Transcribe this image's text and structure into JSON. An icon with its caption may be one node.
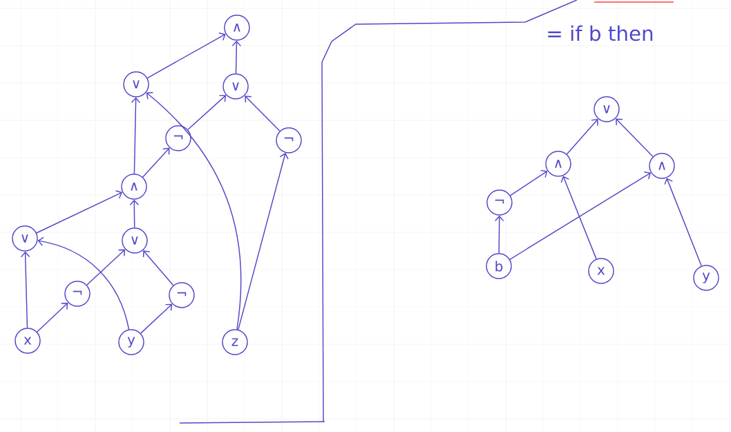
{
  "diagram": {
    "nodes": [
      {
        "text": [
          "∧"
        ]
      },
      {
        "text": [
          "∨"
        ]
      },
      {
        "text": [
          "∨"
        ]
      },
      {
        "text": [
          "¬"
        ]
      },
      {
        "text": [
          "¬"
        ]
      },
      {
        "text": [
          "∧"
        ]
      },
      {
        "text": [
          "∨"
        ]
      },
      {
        "text": [
          "∨"
        ]
      },
      {
        "text": [
          "¬"
        ]
      },
      {
        "text": [
          "¬"
        ]
      },
      {
        "text": [
          "x"
        ]
      },
      {
        "text": [
          "y"
        ]
      },
      {
        "text": [
          "z"
        ]
      },
      {
        "text": [
          "∨"
        ]
      },
      {
        "text": [
          "∧"
        ]
      },
      {
        "text": [
          "∧"
        ]
      },
      {
        "text": [
          "¬"
        ]
      },
      {
        "text": [
          "b"
        ]
      },
      {
        "text": [
          "x"
        ]
      },
      {
        "text": [
          "y"
        ]
      }
    ],
    "edges": [
      {
        "from": 1,
        "to": 0,
        "arrow": "to"
      },
      {
        "from": 2,
        "to": 0,
        "arrow": "to"
      },
      {
        "from": 3,
        "to": 2,
        "arrow": "to"
      },
      {
        "from": 4,
        "to": 2,
        "arrow": "to"
      },
      {
        "from": 5,
        "to": 1,
        "arrow": "to"
      },
      {
        "from": 5,
        "to": 3,
        "arrow": "to"
      },
      {
        "from": 6,
        "to": 5,
        "arrow": "to"
      },
      {
        "from": 7,
        "to": 5,
        "arrow": "to"
      },
      {
        "from": 8,
        "to": 7,
        "arrow": "to"
      },
      {
        "from": 9,
        "to": 7,
        "arrow": "to"
      },
      {
        "from": 10,
        "to": 6,
        "arrow": "to"
      },
      {
        "from": 10,
        "to": 8,
        "arrow": "to"
      },
      {
        "from": 11,
        "to": 6,
        "arrow": "to"
      },
      {
        "from": 11,
        "to": 9,
        "arrow": "to"
      },
      {
        "from": 12,
        "to": 1,
        "arrow": "to"
      },
      {
        "from": 12,
        "to": 4,
        "arrow": "to"
      },
      {
        "from": 14,
        "to": 13,
        "arrow": "to"
      },
      {
        "from": 15,
        "to": 13,
        "arrow": "to"
      },
      {
        "from": 16,
        "to": 14,
        "arrow": "to"
      },
      {
        "from": 18,
        "to": 14,
        "arrow": "to"
      },
      {
        "from": 17,
        "to": 16,
        "arrow": "to"
      },
      {
        "from": 17,
        "to": 15,
        "arrow": "to"
      },
      {
        "from": 19,
        "to": 15,
        "arrow": "to"
      }
    ],
    "labels": [
      "= if b then"
    ]
  }
}
